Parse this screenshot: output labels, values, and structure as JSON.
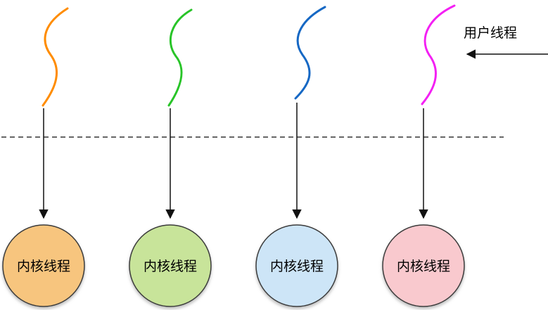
{
  "user_thread": {
    "label": "用户线程"
  },
  "threads": [
    {
      "label": "内核线程",
      "line_color": "#FF8C00",
      "fill": "#F7C57E"
    },
    {
      "label": "内核线程",
      "line_color": "#28C428",
      "fill": "#C8E49A"
    },
    {
      "label": "内核线程",
      "line_color": "#1668C4",
      "fill": "#CDE5F7"
    },
    {
      "label": "内核线程",
      "line_color": "#F320F3",
      "fill": "#F9C9CE"
    }
  ],
  "colors": {
    "arrow": "#111111",
    "separator": "#333333",
    "circle_stroke": "#3A3A3A"
  }
}
